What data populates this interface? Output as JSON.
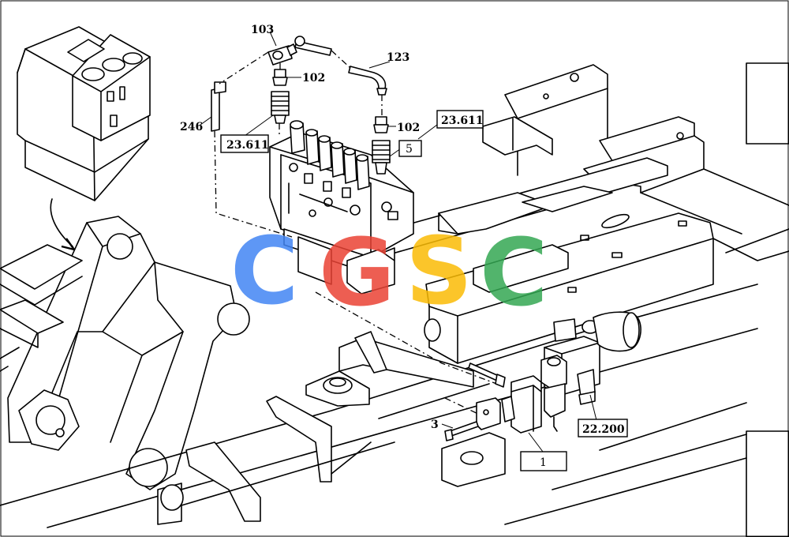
{
  "callouts": {
    "c103": "103",
    "c123": "123",
    "c102a": "102",
    "c102b": "102",
    "c246": "246",
    "c23611a": "23.611",
    "c23611b": "23.611",
    "c5": "5",
    "c3": "3",
    "c22200": "22.200",
    "c1": "1"
  },
  "watermark": {
    "letters": [
      "C",
      "G",
      "S",
      "C"
    ],
    "colors": [
      "#4285F4",
      "#EA4335",
      "#FBBC05",
      "#34A853"
    ]
  }
}
